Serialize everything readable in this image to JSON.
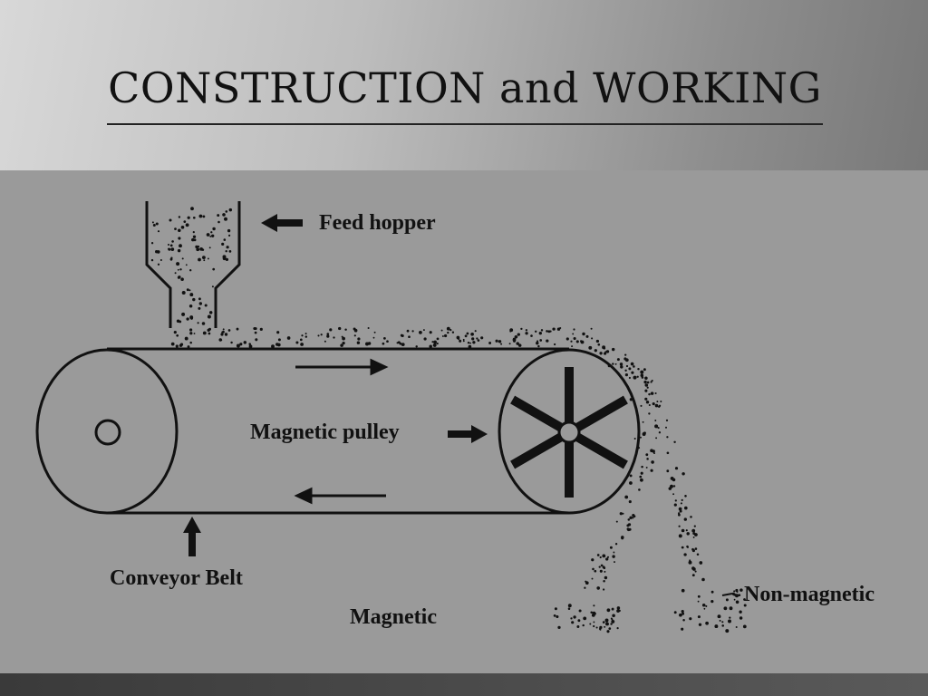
{
  "slide": {
    "title": "CONSTRUCTION and WORKING"
  },
  "diagram": {
    "labels": {
      "feed_hopper": "Feed hopper",
      "magnetic_pulley": "Magnetic pulley",
      "conveyor_belt": "Conveyor Belt",
      "magnetic": "Magnetic",
      "non_magnetic": "Non-magnetic"
    }
  },
  "colors": {
    "panel": "#9a9a9a",
    "ink": "#111111"
  }
}
